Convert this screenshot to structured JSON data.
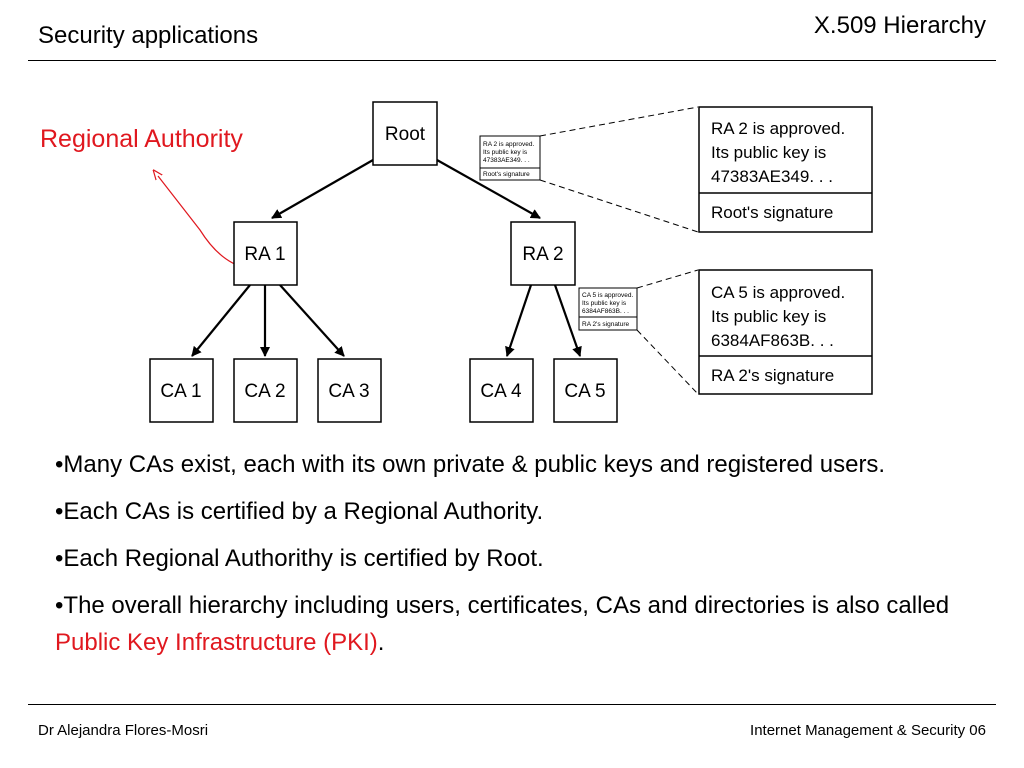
{
  "header": {
    "section_title": "Security applications",
    "slide_title": "X.509 Hierarchy"
  },
  "annotation": {
    "label": "Regional Authority",
    "color": "#e0181f"
  },
  "diagram": {
    "nodes": {
      "root": "Root",
      "ra1": "RA 1",
      "ra2": "RA 2",
      "ca1": "CA 1",
      "ca2": "CA 2",
      "ca3": "CA 3",
      "ca4": "CA 4",
      "ca5": "CA 5"
    },
    "certificate_ra2": {
      "line1": "RA 2 is approved.",
      "line2": "Its public key is",
      "line3": "47383AE349. . .",
      "signature": "Root's signature",
      "mini_line1": "RA 2 is approved.",
      "mini_line2": "Its public key is",
      "mini_line3": "47383AE349. . .",
      "mini_signature": "Root's signature"
    },
    "certificate_ca5": {
      "line1": "CA 5 is approved.",
      "line2": "Its public key is",
      "line3": "6384AF863B. . .",
      "signature": "RA 2's signature",
      "mini_line1": "CA 5 is approved.",
      "mini_line2": "Its public key is",
      "mini_line3": "6384AF863B. . .",
      "mini_signature": "RA 2's signature"
    }
  },
  "bullets": [
    {
      "text": "•Many CAs exist, each with its own private & public keys and registered users."
    },
    {
      "text": "•Each CAs is certified by a Regional Authority."
    },
    {
      "text": "•Each Regional Authorithy is certified by Root."
    },
    {
      "text": "•The overall hierarchy including users, certificates, CAs and directories is also called ",
      "highlight": "Public Key Infrastructure (PKI)",
      "tail": "."
    }
  ],
  "footer": {
    "author": "Dr Alejandra Flores-Mosri",
    "course": "Internet Management & Security 06"
  }
}
